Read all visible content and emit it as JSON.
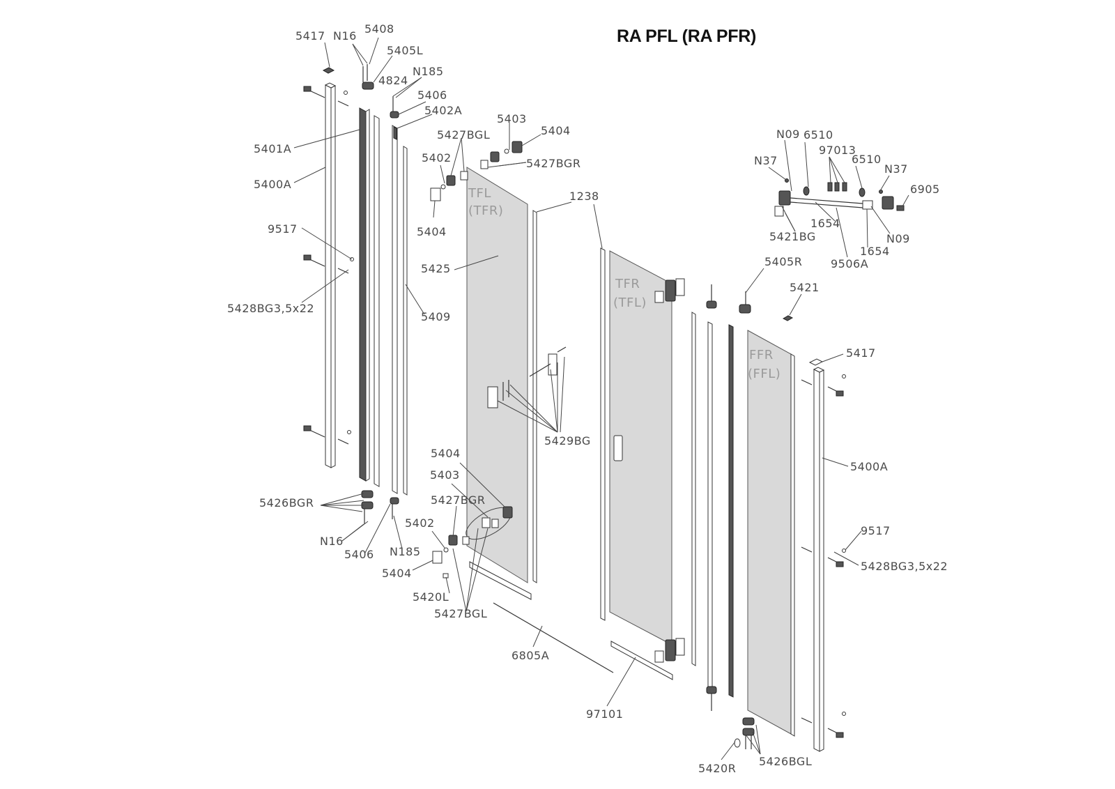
{
  "title": "RA PFL (RA PFR)",
  "panes": {
    "tfl": [
      "TFL",
      "(TFR)"
    ],
    "tfr": [
      "TFR",
      "(TFL)"
    ],
    "ffr": [
      "FFR",
      "(FFL)"
    ]
  },
  "labels": {
    "l5417a": "5417",
    "n16a": "N16",
    "l5408": "5408",
    "l5405l": "5405L",
    "l4824": "4824",
    "n185a": "N185",
    "l5406a": "5406",
    "l5402a": "5402A",
    "l5401a": "5401A",
    "l5400a_left": "5400A",
    "l9517a": "9517",
    "l5428a": "5428BG3,5x22",
    "l5409": "5409",
    "l5427bgl_top": "5427BGL",
    "l5403_top": "5403",
    "l5404_top": "5404",
    "l5402_top": "5402",
    "l5427bgr_top": "5427BGR",
    "l5404_mid": "5404",
    "l5425": "5425",
    "l1238": "1238",
    "l5429bg": "5429BG",
    "l5404_low": "5404",
    "l5403_low": "5403",
    "l5427bgr_low": "5427BGR",
    "l5402_low": "5402",
    "l5426bgr": "5426BGR",
    "n16b": "N16",
    "l5406b": "5406",
    "n185b": "N185",
    "l5404_bot": "5404",
    "l5420l": "5420L",
    "l5427bgl_bot": "5427BGL",
    "l6805a": "6805A",
    "l97101": "97101",
    "n09a": "N09",
    "l6510a": "6510",
    "n37a": "N37",
    "l97013": "97013",
    "l6510b": "6510",
    "n37b": "N37",
    "l6905": "6905",
    "l1654a": "1654",
    "l5421bg": "5421BG",
    "l9506a": "9506A",
    "l1654b": "1654",
    "n09b": "N09",
    "l5405r": "5405R",
    "l5421": "5421",
    "l5417b": "5417",
    "l5400a_right": "5400A",
    "l9517b": "9517",
    "l5428b": "5428BG3,5x22",
    "l5420r": "5420R",
    "l5426bgl": "5426BGL"
  }
}
